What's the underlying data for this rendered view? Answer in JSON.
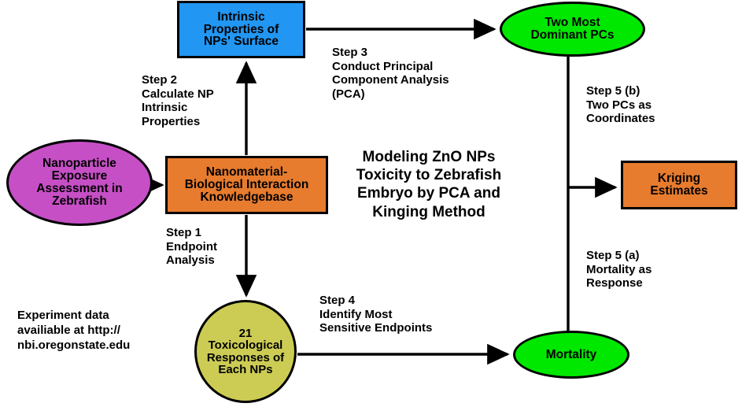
{
  "diagram": {
    "title_block": "Modeling ZnO NPs\nToxicity to Zebrafish\nEmbryo by PCA and\nKinging Method",
    "nodes": {
      "intrinsic": {
        "label": "Intrinsic\nProperties of\nNPs' Surface",
        "shape": "rectangle",
        "color": "#2196f3"
      },
      "pcs": {
        "label": "Two Most\nDominant  PCs",
        "shape": "ellipse",
        "color": "#00e800"
      },
      "nanoparticle": {
        "label": "Nanoparticle\nExposure\nAssessment in\nZebrafish",
        "shape": "ellipse",
        "color": "#c64fc6"
      },
      "nbi": {
        "label": "Nanomaterial-\nBiological Interaction\nKnowledgebase",
        "shape": "rectangle",
        "color": "#e77b2e"
      },
      "kriging": {
        "label": "Kriging\nEstimates",
        "shape": "rectangle",
        "color": "#e77b2e"
      },
      "toxicological": {
        "label": "21\nToxicological\nResponses of\nEach NPs",
        "shape": "ellipse",
        "color": "#cccc55"
      },
      "mortality": {
        "label": "Mortality",
        "shape": "ellipse",
        "color": "#00e800"
      }
    },
    "steps": {
      "step1": "Step 1\nEndpoint\nAnalysis",
      "step2": "Step 2\nCalculate NP\nIntrinsic\nProperties",
      "step3": "Step 3\nConduct Principal\nComponent Analysis\n(PCA)",
      "step4": "Step 4\nIdentify Most\nSensitive Endpoints",
      "step5a": "Step 5 (a)\nMortality  as\nResponse",
      "step5b": "Step 5 (b)\nTwo PCs as\nCoordinates"
    },
    "footnote": "Experiment data\navailiable  at http://\nnbi.oregonstate.edu",
    "stroke_color": "#000000"
  }
}
